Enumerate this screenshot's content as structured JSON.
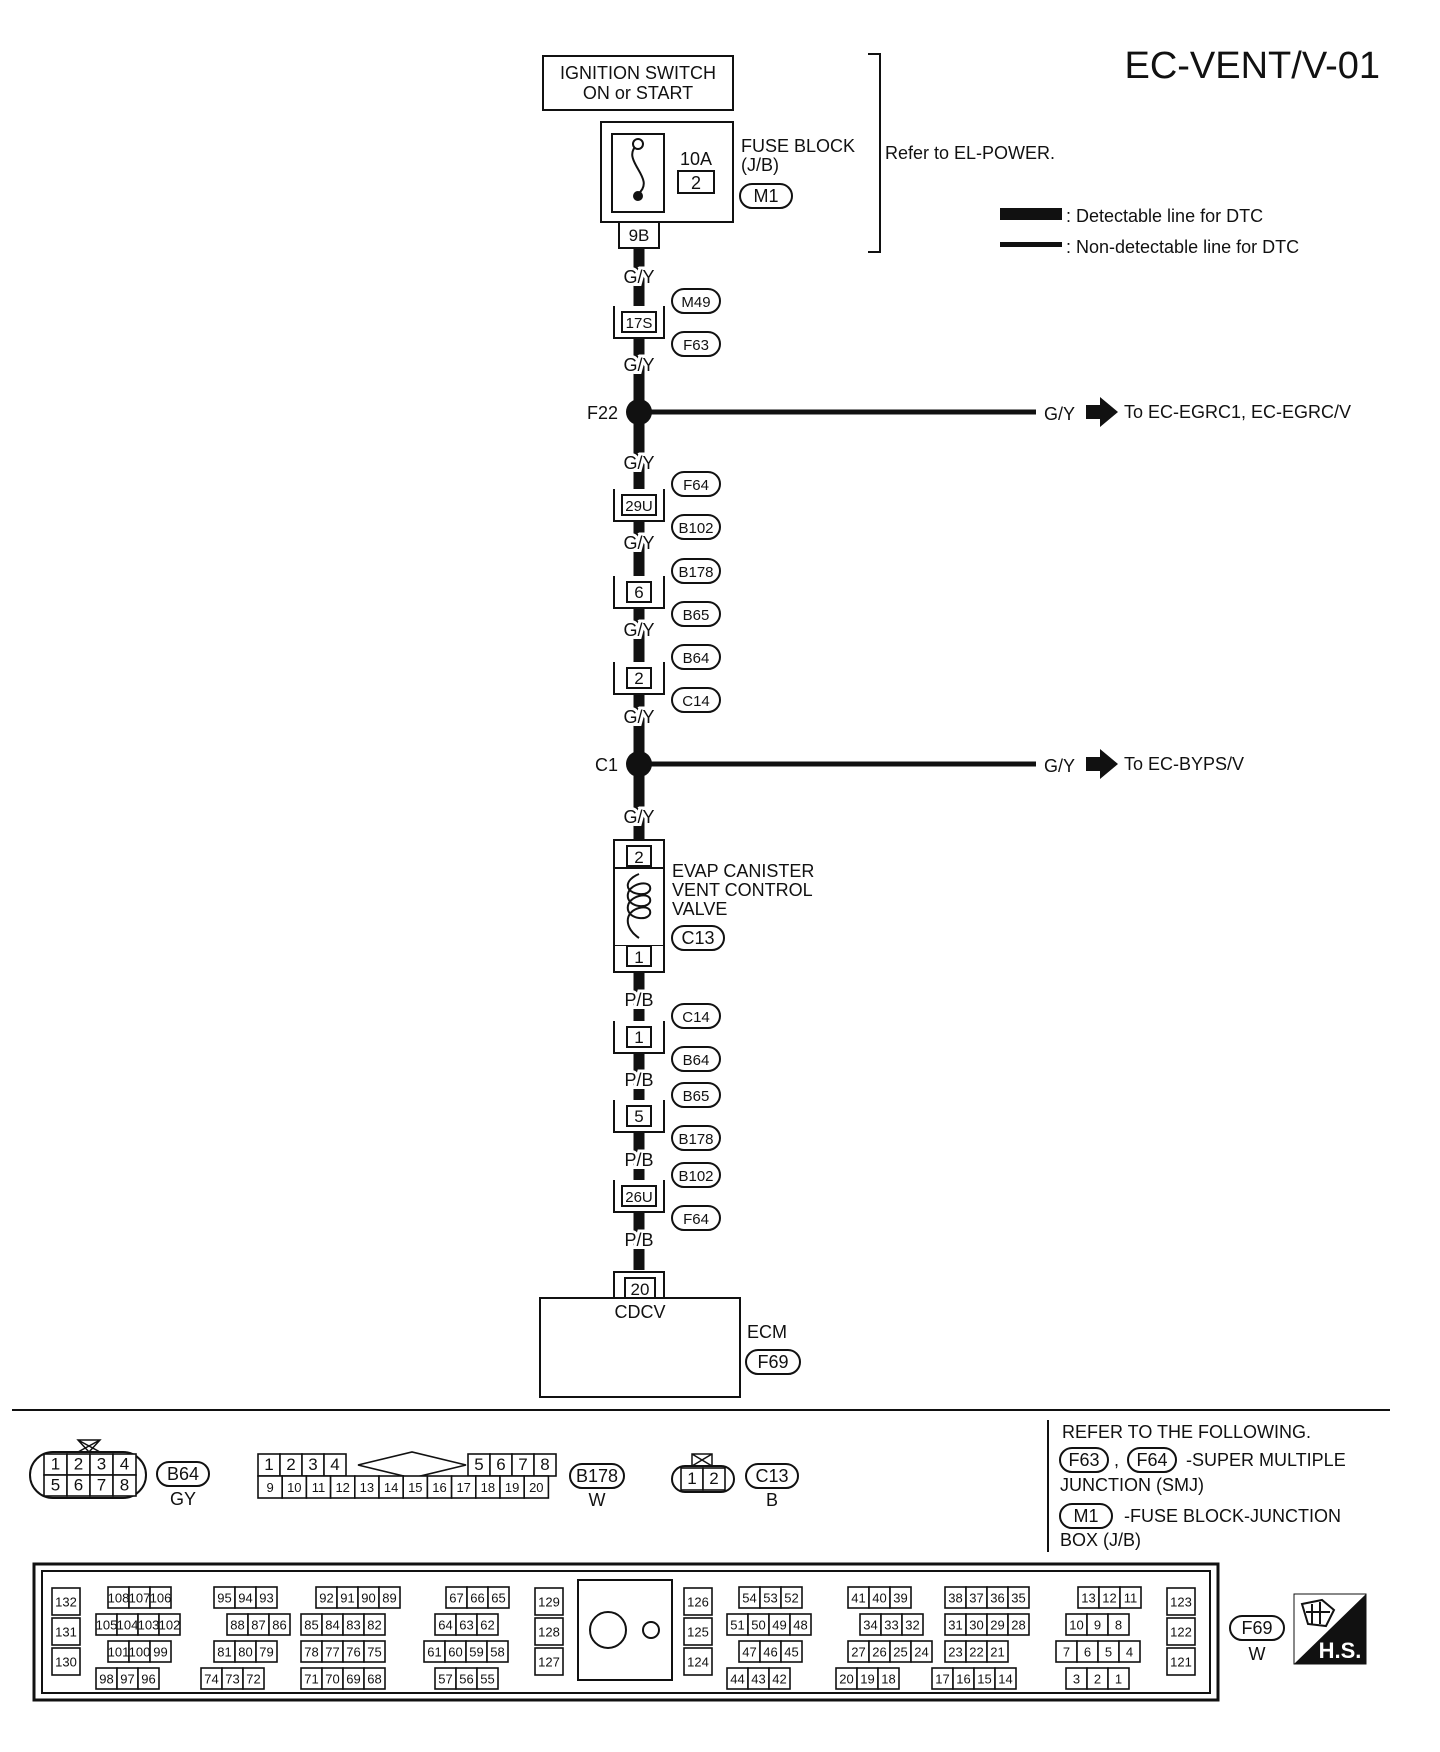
{
  "page_id": "EC-VENT/V-01",
  "legend": {
    "detectable": ": Detectable line for DTC",
    "non_detectable": ": Non-detectable line for DTC"
  },
  "power": {
    "ignition_line1": "IGNITION SWITCH",
    "ignition_line2": "ON or START",
    "fuse_amp": "10A",
    "fuse_no": "2",
    "fuse_block_line1": "FUSE BLOCK",
    "fuse_block_line2": "(J/B)",
    "fuse_block_conn": "M1",
    "fuse_terminal": "9B",
    "refer": "Refer to EL-POWER."
  },
  "upper_wires": {
    "w1": "G/Y",
    "w2": "G/Y",
    "w3": "G/Y",
    "w4": "G/Y",
    "w5": "G/Y",
    "w6": "G/Y",
    "w7": "G/Y",
    "w8": "G/Y"
  },
  "joints": [
    {
      "name": "17S",
      "conn_top": "M49",
      "conn_bottom": "F63"
    },
    {
      "name": "29U",
      "conn_top": "F64",
      "conn_bottom": "B102"
    },
    {
      "name": "6",
      "conn_top": "B178",
      "conn_bottom": "B65"
    },
    {
      "name": "2",
      "conn_top": "B64",
      "conn_bottom": "C14"
    }
  ],
  "splices": [
    {
      "id": "F22",
      "color": "G/Y",
      "target": "To EC-EGRC1, EC-EGRC/V"
    },
    {
      "id": "C1",
      "color": "G/Y",
      "target": "To EC-BYPS/V"
    }
  ],
  "valve": {
    "pin_top": "2",
    "pin_bottom": "1",
    "name_line1": "EVAP CANISTER",
    "name_line2": "VENT CONTROL",
    "name_line3": "VALVE",
    "conn": "C13"
  },
  "lower_wires": {
    "w1": "P/B",
    "w2": "P/B",
    "w3": "P/B",
    "w4": "P/B"
  },
  "lower_joints": [
    {
      "name": "1",
      "conn_top": "C14",
      "conn_bottom": "B64"
    },
    {
      "name": "5",
      "conn_top": "B65",
      "conn_bottom": "B178"
    },
    {
      "name": "26U",
      "conn_top": "B102",
      "conn_bottom": "F64"
    }
  ],
  "ecm": {
    "pin": "20",
    "signal": "CDCV",
    "name": "ECM",
    "conn": "F69"
  },
  "refer_box": {
    "title": "REFER TO THE FOLLOWING.",
    "smj_conn1": "F63",
    "smj_sep": ",",
    "smj_conn2": "F64",
    "smj_text1": "-SUPER MULTIPLE",
    "smj_text2": "JUNCTION (SMJ)",
    "jb_conn": "M1",
    "jb_text1": "-FUSE BLOCK-JUNCTION",
    "jb_text2": "BOX (J/B)"
  },
  "conn_b64": {
    "name": "B64",
    "color": "GY",
    "top": [
      "1",
      "2",
      "3",
      "4"
    ],
    "bottom": [
      "5",
      "6",
      "7",
      "8"
    ]
  },
  "conn_b178": {
    "name": "B178",
    "color": "W",
    "top_left": [
      "1",
      "2",
      "3",
      "4"
    ],
    "top_right": [
      "5",
      "6",
      "7",
      "8"
    ],
    "bottom": [
      "9",
      "10",
      "11",
      "12",
      "13",
      "14",
      "15",
      "16",
      "17",
      "18",
      "19",
      "20"
    ]
  },
  "conn_c13": {
    "name": "C13",
    "color": "B",
    "pins": [
      "1",
      "2"
    ]
  },
  "conn_f69": {
    "name": "F69",
    "color": "W",
    "badge": "H.S.",
    "left_col": [
      "132",
      "131",
      "130"
    ],
    "g1": [
      [
        "108",
        "107",
        "106"
      ],
      [
        "105",
        "104",
        "103",
        "102"
      ],
      [
        "101",
        "100",
        "99"
      ],
      [
        "98",
        "97",
        "96"
      ]
    ],
    "g2": [
      [
        "95",
        "94",
        "93"
      ],
      [
        "88",
        "87",
        "86"
      ],
      [
        "81",
        "80",
        "79"
      ],
      [
        "74",
        "73",
        "72"
      ]
    ],
    "g3": [
      [
        "92",
        "91",
        "90",
        "89"
      ],
      [
        "85",
        "84",
        "83",
        "82"
      ],
      [
        "78",
        "77",
        "76",
        "75"
      ],
      [
        "71",
        "70",
        "69",
        "68"
      ]
    ],
    "g4": [
      [
        "67",
        "66",
        "65"
      ],
      [
        "64",
        "63",
        "62"
      ],
      [
        "61",
        "60",
        "59",
        "58"
      ],
      [
        "57",
        "56",
        "55"
      ]
    ],
    "col129": [
      "129",
      "128",
      "127"
    ],
    "col126": [
      "126",
      "125",
      "124"
    ],
    "g5": [
      [
        "54",
        "53",
        "52"
      ],
      [
        "51",
        "50",
        "49",
        "48"
      ],
      [
        "47",
        "46",
        "45"
      ],
      [
        "44",
        "43",
        "42"
      ]
    ],
    "g6": [
      [
        "41",
        "40",
        "39"
      ],
      [
        "34",
        "33",
        "32"
      ],
      [
        "27",
        "26",
        "25",
        "24"
      ],
      [
        "20",
        "19",
        "18"
      ]
    ],
    "g7": [
      [
        "38",
        "37",
        "36",
        "35"
      ],
      [
        "31",
        "30",
        "29",
        "28"
      ],
      [
        "23",
        "22",
        "21"
      ],
      [
        "17",
        "16",
        "15",
        "14"
      ]
    ],
    "g8": [
      [
        "13",
        "12",
        "11"
      ],
      [
        "10",
        "9",
        "8"
      ],
      [
        "7",
        "6",
        "5",
        "4"
      ],
      [
        "3",
        "2",
        "1"
      ]
    ],
    "col123": [
      "123",
      "122",
      "121"
    ]
  }
}
